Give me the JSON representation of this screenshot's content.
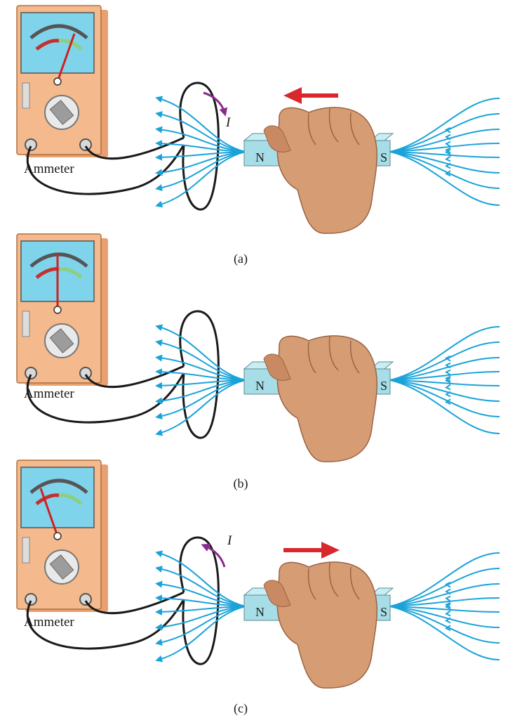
{
  "panels": [
    {
      "ammeter_label": "Ammeter",
      "pole_north": "N",
      "pole_south": "S",
      "caption": "(a)",
      "current_label": "I",
      "needle_position": "right",
      "magnet_motion": "toward-loop",
      "current_direction": "clockwise-arrow"
    },
    {
      "ammeter_label": "Ammeter",
      "pole_north": "N",
      "pole_south": "S",
      "caption": "(b)",
      "current_label": "",
      "needle_position": "center",
      "magnet_motion": "none",
      "current_direction": "none"
    },
    {
      "ammeter_label": "Ammeter",
      "pole_north": "N",
      "pole_south": "S",
      "caption": "(c)",
      "current_label": "I",
      "needle_position": "left",
      "magnet_motion": "away-from-loop",
      "current_direction": "counterclockwise-arrow"
    }
  ],
  "colors": {
    "field_lines": "#1aa3d9",
    "motion_arrow": "#d8282b",
    "current_arrow": "#8a2a8f",
    "meter_body": "#f4b98c",
    "meter_screen": "#7fd3ea",
    "magnet": "#a6dde6",
    "wire": "#1a1a1a",
    "skin": "#d69c74"
  }
}
